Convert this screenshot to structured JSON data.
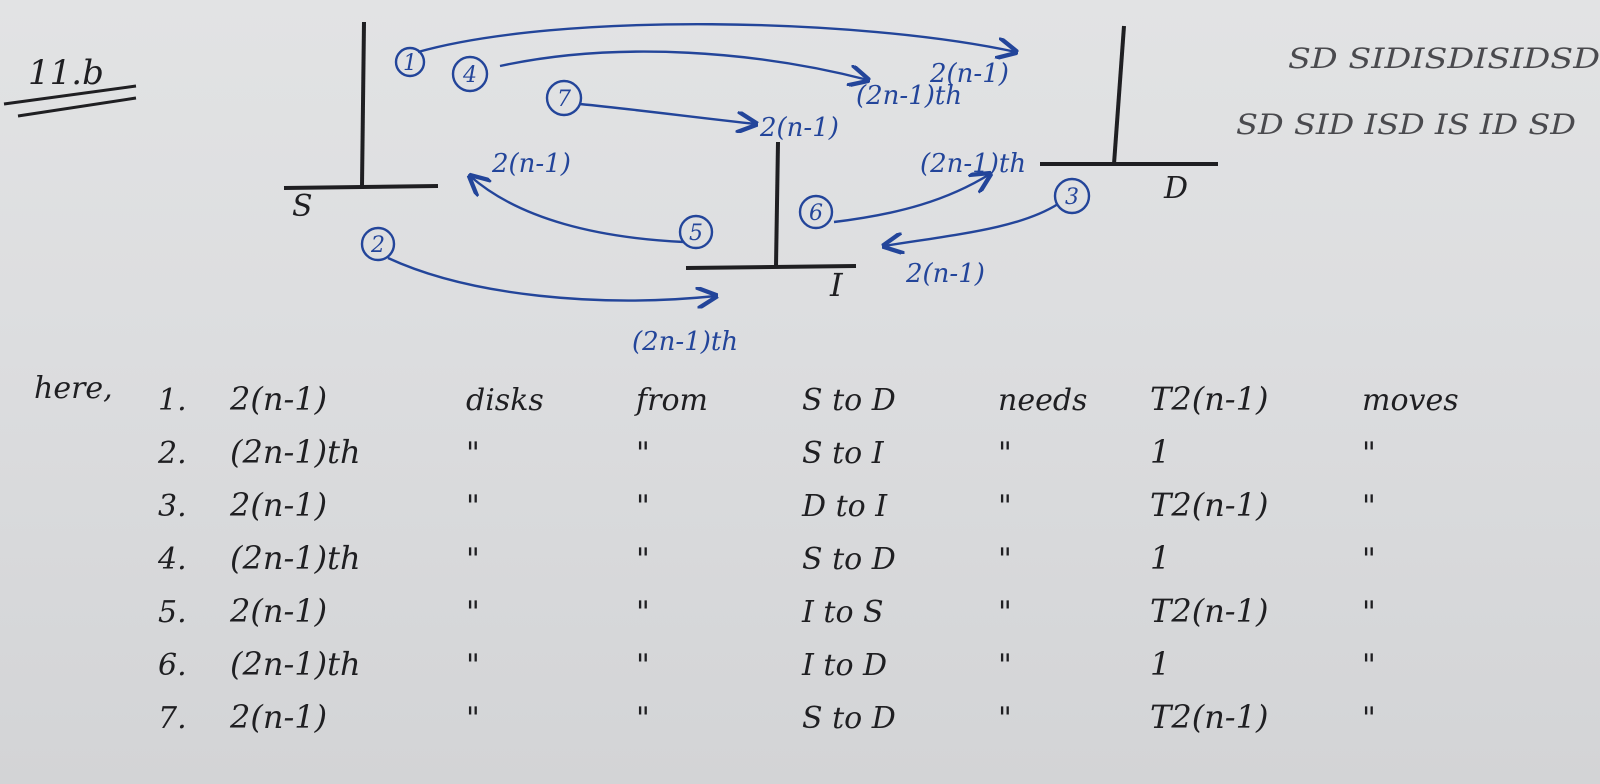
{
  "heading": "11.b",
  "pegs": {
    "source": "S",
    "intermediate": "I",
    "destination": "D"
  },
  "side_notes": {
    "line1": "SD SIDISDISIDSD",
    "line2": "SD SID ISD IS ID SD"
  },
  "arrows": [
    {
      "step": "1",
      "label": "2(n-1)"
    },
    {
      "step": "2",
      "label": "(2n-1)th"
    },
    {
      "step": "3",
      "label": "2(n-1)"
    },
    {
      "step": "4",
      "label": "(2n-1)th"
    },
    {
      "step": "5",
      "label": "2(n-1)"
    },
    {
      "step": "6",
      "label": "(2n-1)th"
    },
    {
      "step": "7",
      "label": "2(n-1)"
    }
  ],
  "table": {
    "lead": "here,",
    "rows": [
      {
        "num": "1.",
        "what": "2(n-1)",
        "c1": "disks",
        "c2": "from",
        "move": "S to D",
        "c3": "needs",
        "cost": "T2(n-1)",
        "c4": "moves"
      },
      {
        "num": "2.",
        "what": "(2n-1)th",
        "c1": "\"",
        "c2": "\"",
        "move": "S to I",
        "c3": "\"",
        "cost": "1",
        "c4": "\""
      },
      {
        "num": "3.",
        "what": "2(n-1)",
        "c1": "\"",
        "c2": "\"",
        "move": "D to I",
        "c3": "\"",
        "cost": "T2(n-1)",
        "c4": "\""
      },
      {
        "num": "4.",
        "what": "(2n-1)th",
        "c1": "\"",
        "c2": "\"",
        "move": "S to D",
        "c3": "\"",
        "cost": "1",
        "c4": "\""
      },
      {
        "num": "5.",
        "what": "2(n-1)",
        "c1": "\"",
        "c2": "\"",
        "move": "I to S",
        "c3": "\"",
        "cost": "T2(n-1)",
        "c4": "\""
      },
      {
        "num": "6.",
        "what": "(2n-1)th",
        "c1": "\"",
        "c2": "\"",
        "move": "I to D",
        "c3": "\"",
        "cost": "1",
        "c4": "\""
      },
      {
        "num": "7.",
        "what": "2(n-1)",
        "c1": "\"",
        "c2": "\"",
        "move": "S to D",
        "c3": "\"",
        "cost": "T2(n-1)",
        "c4": "\""
      }
    ]
  },
  "colors": {
    "ink": "#1f1f22",
    "blue_ink": "#23459a",
    "paper": "#dcdddf"
  }
}
